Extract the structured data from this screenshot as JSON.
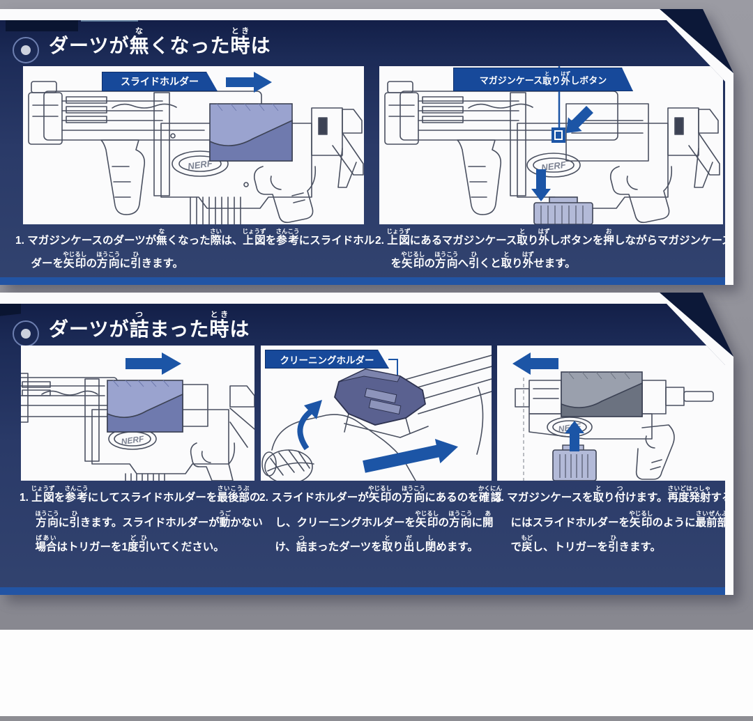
{
  "brand": {
    "nerf_logo": "NERF"
  },
  "colors": {
    "panel_navy": "#2a3a68",
    "panel_navy_dark": "#131f48",
    "accent_blue": "#1c55a6",
    "callout_blue": "#17499a",
    "edge_blue": "#2254a4",
    "bg_gray": "#95959d",
    "slide_fill": "#9aa3cf",
    "magazine_fill": "#b3bad8",
    "white": "#ffffff"
  },
  "icons": {
    "bullseye": "◉",
    "arrow_right": "➜",
    "arrow_left": "⬅",
    "arrow_up": "⬆",
    "arrow_down": "⬇",
    "arrow_rotate": "↺"
  },
  "section1": {
    "title": [
      {
        "t": "ダーツが"
      },
      {
        "t": "無",
        "r": "な"
      },
      {
        "t": "くなった"
      },
      {
        "t": "時",
        "r": "とき"
      },
      {
        "t": "は"
      }
    ],
    "labels": {
      "slide_holder": "スライドホルダー",
      "mag_release": [
        {
          "t": "マガジンケース"
        },
        {
          "t": "取",
          "r": "と"
        },
        {
          "t": "り"
        },
        {
          "t": "外",
          "r": "はず"
        },
        {
          "t": "しボタン"
        }
      ]
    },
    "steps": [
      [
        {
          "t": "1. マガジンケースのダーツが"
        },
        {
          "t": "無",
          "r": "な"
        },
        {
          "t": "くなった"
        },
        {
          "t": "際",
          "r": "さい"
        },
        {
          "t": "は、"
        },
        {
          "t": "上図",
          "r": "じょうず"
        },
        {
          "t": "を"
        },
        {
          "t": "参考",
          "r": "さんこう"
        },
        {
          "t": "にスライドホルダーを"
        },
        {
          "t": "矢印",
          "r": "やじるし"
        },
        {
          "t": "の"
        },
        {
          "t": "方向",
          "r": "ほうこう"
        },
        {
          "t": "に"
        },
        {
          "t": "引",
          "r": "ひ"
        },
        {
          "t": "きます。"
        }
      ],
      [
        {
          "t": "2. "
        },
        {
          "t": "上図",
          "r": "じょうず"
        },
        {
          "t": "にあるマガジンケース"
        },
        {
          "t": "取",
          "r": "と"
        },
        {
          "t": "り"
        },
        {
          "t": "外",
          "r": "はず"
        },
        {
          "t": "しボタンを"
        },
        {
          "t": "押",
          "r": "お"
        },
        {
          "t": "しながらマガジンケースを"
        },
        {
          "t": "矢印",
          "r": "やじるし"
        },
        {
          "t": "の"
        },
        {
          "t": "方向",
          "r": "ほうこう"
        },
        {
          "t": "へ"
        },
        {
          "t": "引",
          "r": "ひ"
        },
        {
          "t": "くと"
        },
        {
          "t": "取",
          "r": "と"
        },
        {
          "t": "り"
        },
        {
          "t": "外",
          "r": "はず"
        },
        {
          "t": "せます。"
        }
      ]
    ]
  },
  "section2": {
    "title": [
      {
        "t": "ダーツが"
      },
      {
        "t": "詰",
        "r": "つ"
      },
      {
        "t": "まった"
      },
      {
        "t": "時",
        "r": "とき"
      },
      {
        "t": "は"
      }
    ],
    "labels": {
      "cleaning_holder": "クリーニングホルダー"
    },
    "steps": [
      [
        {
          "t": "1. "
        },
        {
          "t": "上図",
          "r": "じょうず"
        },
        {
          "t": "を"
        },
        {
          "t": "参考",
          "r": "さんこう"
        },
        {
          "t": "にしてスライドホルダーを"
        },
        {
          "t": "最後部",
          "r": "さいこうぶ"
        },
        {
          "t": "の"
        },
        {
          "t": "方向",
          "r": "ほうこう"
        },
        {
          "t": "に"
        },
        {
          "t": "引",
          "r": "ひ"
        },
        {
          "t": "きます。スライドホルダーが"
        },
        {
          "t": "動",
          "r": "うご"
        },
        {
          "t": "かない"
        },
        {
          "t": "場合",
          "r": "ばあい"
        },
        {
          "t": "はトリガーを1"
        },
        {
          "t": "度",
          "r": "ど"
        },
        {
          "t": "引",
          "r": "ひ"
        },
        {
          "t": "いてください。"
        }
      ],
      [
        {
          "t": "2. スライドホルダーが"
        },
        {
          "t": "矢印",
          "r": "やじるし"
        },
        {
          "t": "の"
        },
        {
          "t": "方向",
          "r": "ほうこう"
        },
        {
          "t": "にあるのを"
        },
        {
          "t": "確認",
          "r": "かくにん"
        },
        {
          "t": "し、クリーニングホルダーを"
        },
        {
          "t": "矢印",
          "r": "やじるし"
        },
        {
          "t": "の"
        },
        {
          "t": "方向",
          "r": "ほうこう"
        },
        {
          "t": "に"
        },
        {
          "t": "開",
          "r": "あ"
        },
        {
          "t": "け、"
        },
        {
          "t": "詰",
          "r": "つ"
        },
        {
          "t": "まったダーツを"
        },
        {
          "t": "取",
          "r": "と"
        },
        {
          "t": "り"
        },
        {
          "t": "出",
          "r": "だ"
        },
        {
          "t": "し"
        },
        {
          "t": "閉",
          "r": "し"
        },
        {
          "t": "めます。"
        }
      ],
      [
        {
          "t": "3. マガジンケースを"
        },
        {
          "t": "取",
          "r": "と"
        },
        {
          "t": "り"
        },
        {
          "t": "付",
          "r": "つ"
        },
        {
          "t": "けます。"
        },
        {
          "t": "再度発射",
          "r": "さいどはっしゃ"
        },
        {
          "t": "するにはスライドホルダーを"
        },
        {
          "t": "矢印",
          "r": "やじるし"
        },
        {
          "t": "のように"
        },
        {
          "t": "最前部",
          "r": "さいぜんぶ"
        },
        {
          "t": "まで"
        },
        {
          "t": "戻",
          "r": "もど"
        },
        {
          "t": "し、トリガーを"
        },
        {
          "t": "引",
          "r": "ひ"
        },
        {
          "t": "きます。"
        }
      ]
    ]
  }
}
